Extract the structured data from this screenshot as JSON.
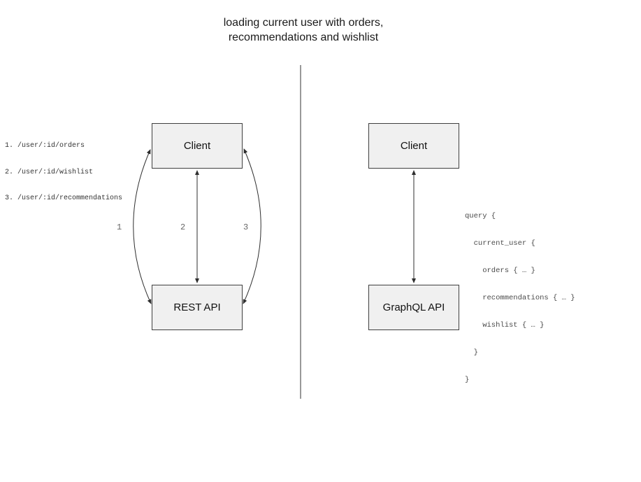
{
  "title": {
    "line1": "loading current user with orders,",
    "line2": "recommendations and wishlist"
  },
  "rest_panel": {
    "client_label": "Client",
    "api_label": "REST API",
    "endpoints": [
      "1. /user/:id/orders",
      "2. /user/:id/wishlist",
      "3. /user/:id/recommendations"
    ],
    "arrow_labels": [
      "1",
      "2",
      "3"
    ]
  },
  "graphql_panel": {
    "client_label": "Client",
    "api_label": "GraphQL API",
    "query_lines": [
      "query {",
      "  current_user {",
      "    orders { … }",
      "    recommendations { … }",
      "    wishlist { … }",
      "  }",
      "}"
    ]
  },
  "colors": {
    "box_fill": "#f0f0f0",
    "box_border": "#3f3f3f",
    "arrow_stroke": "#2f2f2f",
    "divider": "#555555",
    "code_text": "#4a4a4a",
    "label_text": "#666666",
    "title_text": "#1a1a1a"
  }
}
